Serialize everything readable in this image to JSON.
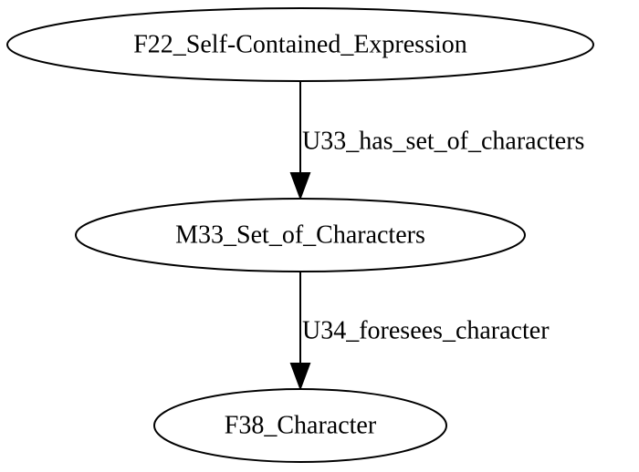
{
  "nodes": [
    {
      "id": "F22",
      "label": "F22_Self-Contained_Expression"
    },
    {
      "id": "M33",
      "label": "M33_Set_of_Characters"
    },
    {
      "id": "F38",
      "label": "F38_Character"
    }
  ],
  "edges": [
    {
      "from": "F22",
      "to": "M33",
      "label": "U33_has_set_of_characters"
    },
    {
      "from": "M33",
      "to": "F38",
      "label": "U34_foresees_character"
    }
  ]
}
